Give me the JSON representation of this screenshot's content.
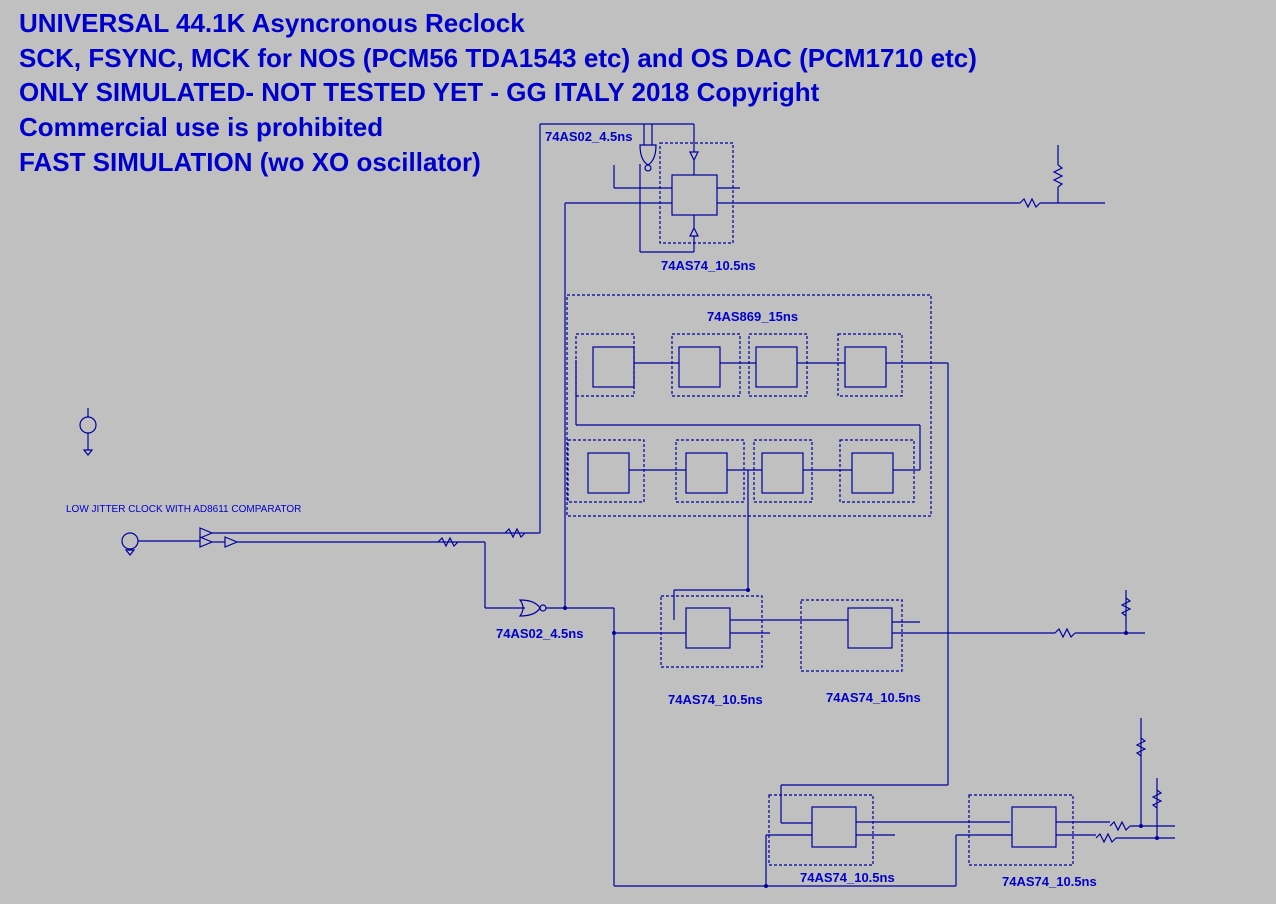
{
  "title_lines": [
    "UNIVERSAL 44.1K Asyncronous Reclock",
    "SCK, FSYNC, MCK for NOS (PCM56 TDA1543 etc) and OS DAC (PCM1710 etc)",
    "ONLY SIMULATED- NOT TESTED YET - GG ITALY 2018 Copyright",
    "Commercial use is prohibited",
    "FAST SIMULATION (wo XO oscillator)"
  ],
  "labels": {
    "gate_top": "74AS02_4.5ns",
    "ff_top": "74AS74_10.5ns",
    "counter": "74AS869_15ns",
    "gate_mid": "74AS02_4.5ns",
    "ff_mid_left": "74AS74_10.5ns",
    "ff_mid_right": "74AS74_10.5ns",
    "ff_bot_left": "74AS74_10.5ns",
    "ff_bot_right": "74AS74_10.5ns",
    "clock_section": "LOW JITTER CLOCK WITH AD8611 COMPARATOR"
  },
  "colors": {
    "background": "#c0c0c0",
    "wire": "#0000a0",
    "text": "#0000cc"
  }
}
